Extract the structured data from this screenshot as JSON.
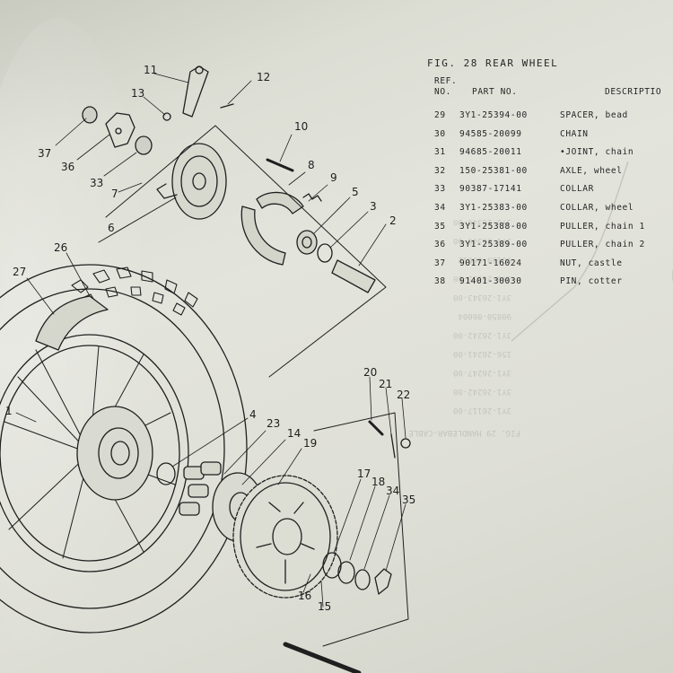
{
  "figure": {
    "title": "FIG. 28   REAR WHEEL"
  },
  "table": {
    "headers": {
      "ref_line1": "REF.",
      "ref_line2": "NO.",
      "part_no": "PART NO.",
      "description": "DESCRIPTIO"
    },
    "rows": [
      {
        "ref": "29",
        "part": "3Y1-25394-00",
        "desc": "SPACER, bead"
      },
      {
        "ref": "30",
        "part": "94585-20099",
        "desc": "CHAIN"
      },
      {
        "ref": "31",
        "part": "94685-20011",
        "desc": "•JOINT, chain"
      },
      {
        "ref": "32",
        "part": "150-25381-00",
        "desc": "AXLE, wheel"
      },
      {
        "ref": "33",
        "part": "90387-17141",
        "desc": "COLLAR"
      },
      {
        "ref": "34",
        "part": "3Y1-25383-00",
        "desc": "COLLAR, wheel"
      },
      {
        "ref": "35",
        "part": "3Y1-25388-00",
        "desc": "PULLER, chain 1"
      },
      {
        "ref": "36",
        "part": "3Y1-25389-00",
        "desc": "PULLER, chain 2"
      },
      {
        "ref": "37",
        "part": "90171-16024",
        "desc": "NUT, castle"
      },
      {
        "ref": "38",
        "part": "91401-30030",
        "desc": "PIN, cotter"
      }
    ]
  },
  "callouts": [
    "11",
    "12",
    "13",
    "10",
    "37",
    "36",
    "33",
    "8",
    "7",
    "9",
    "5",
    "3",
    "6",
    "2",
    "26",
    "27",
    "1",
    "4",
    "23",
    "14",
    "19",
    "20",
    "21",
    "22",
    "17",
    "18",
    "34",
    "35",
    "16",
    "15"
  ],
  "bleed_through": {
    "header": "FIG. 29  HANDLEBAR-CABLE",
    "rows": [
      "3Y1-26117-00",
      "3Y1-26242-00",
      "3Y1-26247-00",
      "156-26241-00",
      "3Y1-26242-00",
      "90850-06004",
      "3Y1-26343-00",
      "3Y0-26335-00",
      "90159-06012",
      "3Y1-26340-00",
      "3Y0-26340-00"
    ]
  }
}
